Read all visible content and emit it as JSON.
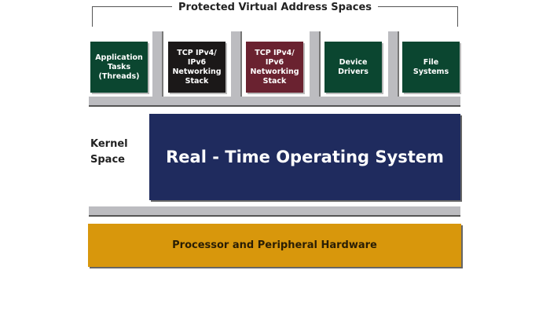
{
  "header": {
    "title": "Protected Virtual Address Spaces"
  },
  "modules": [
    {
      "label": "Application Tasks (Threads)",
      "lines": [
        "Application",
        "Tasks",
        "(Threads)"
      ],
      "color": "#0b4630"
    },
    {
      "label": "TCP IPv4/ IPv6 Networking Stack",
      "lines": [
        "TCP IPv4/",
        "IPv6",
        "Networking",
        "Stack"
      ],
      "color": "#1b1818"
    },
    {
      "label": "TCP IPv4/ IPv6 Networking Stack",
      "lines": [
        "TCP IPv4/",
        "IPv6",
        "Networking",
        "Stack"
      ],
      "color": "#6a2230"
    },
    {
      "label": "Device Drivers",
      "lines": [
        "Device",
        "Drivers"
      ],
      "color": "#0b4630"
    },
    {
      "label": "File Systems",
      "lines": [
        "File",
        "Systems"
      ],
      "color": "#0b4630"
    }
  ],
  "kernel": {
    "label_line1": "Kernel",
    "label_line2": "Space",
    "rtos": "Real - Time Operating System",
    "color": "#1f2b5e"
  },
  "hardware": {
    "label": "Processor and Peripheral Hardware",
    "color": "#d8970c"
  }
}
